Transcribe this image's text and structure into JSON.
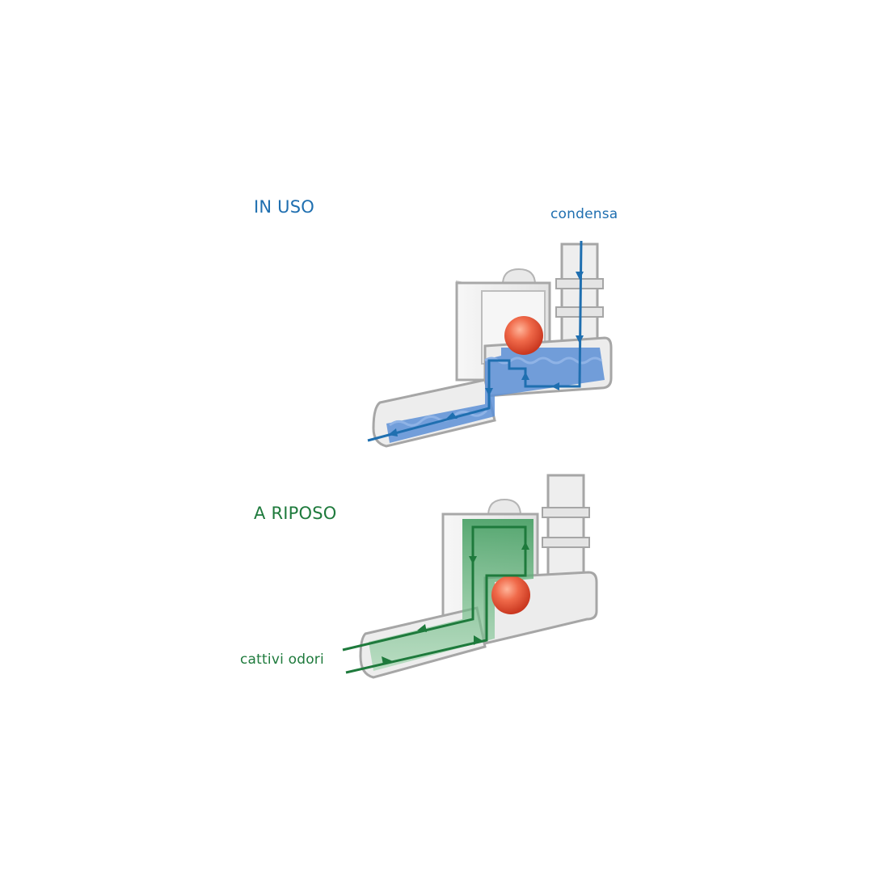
{
  "labels": {
    "in_use": "IN USO",
    "condensate": "condensa",
    "at_rest": "A RIPOSO",
    "bad_odors": "cattivi odori"
  },
  "colors": {
    "in_use": "#1f6fb0",
    "water_fill": "#5c8fd6",
    "at_rest": "#1e7a3c",
    "gas_fill": "#3fa562",
    "ball": "#e8553b",
    "body_stroke": "#a6a6a6",
    "body_fill": "#efefef"
  },
  "icons": {
    "ball": "float-ball-icon",
    "arrow": "flow-arrow-icon"
  }
}
